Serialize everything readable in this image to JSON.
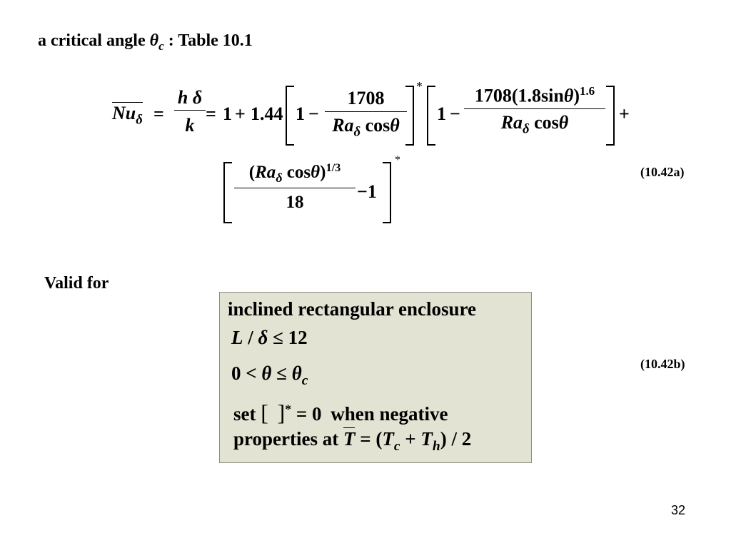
{
  "title": {
    "prefix": "a critical angle",
    "theta": "θ",
    "sub_c": "c",
    "suffix": ": Table 10.1"
  },
  "equation_a": {
    "nu": "Nu",
    "delta": "δ",
    "eq": "=",
    "h": "h",
    "k": "k",
    "one": "1",
    "plus": "+",
    "coef": "1.44",
    "minus": "−",
    "n1708": "1708",
    "ra": "Ra",
    "cos": "cos",
    "theta": "θ",
    "star": "*",
    "n1708b": "1708(1.8sin",
    "close_paren": ")",
    "exp16": "1.6",
    "open_paren": "(",
    "exp13": "1/3",
    "n18": "18",
    "number": "(10.42a)"
  },
  "valid_for": "Valid for",
  "conditions": {
    "line1": "inclined rectangular enclosure",
    "L": "L",
    "slash": " / ",
    "delta": "δ",
    "le12": " ≤ 12",
    "zero_lt": "0 < ",
    "theta": "θ",
    "le": " ≤ ",
    "sub_c": "c",
    "set": "set",
    "lbr": "[",
    "rbr": "]",
    "star": "*",
    "eq0": " = 0",
    "when_negative": "when negative",
    "properties_at": "properties at",
    "T": "T",
    "eq_open": " = (",
    "Tc": "T",
    "c": "c",
    "plus": " + ",
    "Th": "T",
    "h": "h",
    "close_half": ") / 2",
    "number": "(10.42b)"
  },
  "page_number": "32"
}
